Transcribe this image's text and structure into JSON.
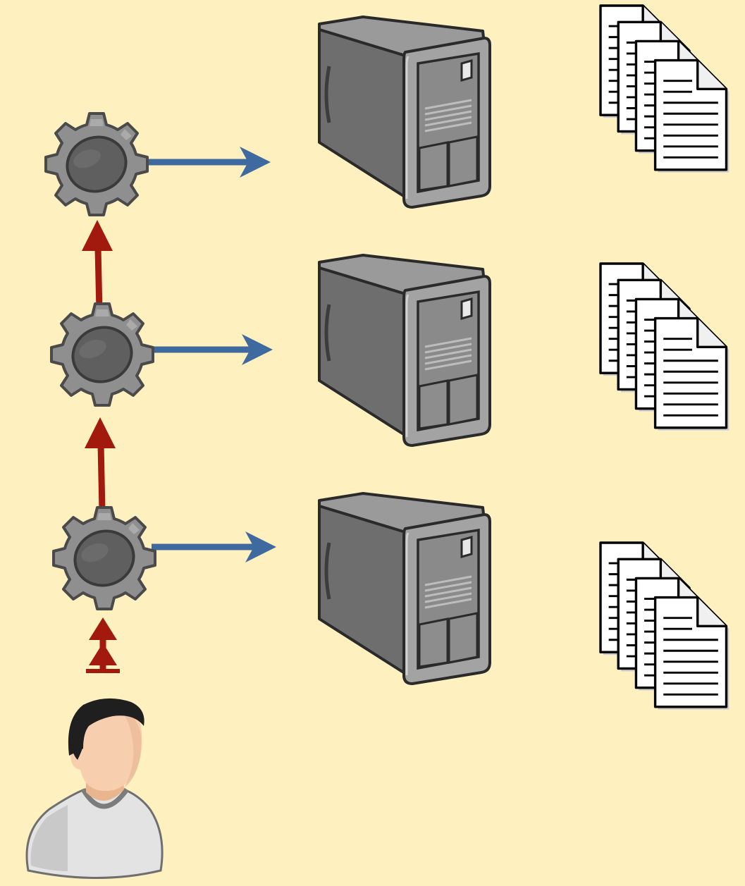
{
  "colors": {
    "background": "#fff0bf",
    "forward_arrow": "#a21a0e",
    "request_arrow": "#3e6aa0",
    "gear": "#8f8f8f",
    "server": "#7a7a7a",
    "document": "#ffffff"
  },
  "icons": {
    "user": "user-icon",
    "gear": "gear-icon",
    "server": "server-icon",
    "documents": "documents-icon"
  },
  "tiers": [
    {
      "gear": "gear-icon",
      "arrow": "request-arrow",
      "server": "server-icon",
      "data": "documents-icon"
    },
    {
      "gear": "gear-icon",
      "arrow": "request-arrow",
      "server": "server-icon",
      "data": "documents-icon"
    },
    {
      "gear": "gear-icon",
      "arrow": "request-arrow",
      "server": "server-icon",
      "data": "documents-icon"
    }
  ]
}
